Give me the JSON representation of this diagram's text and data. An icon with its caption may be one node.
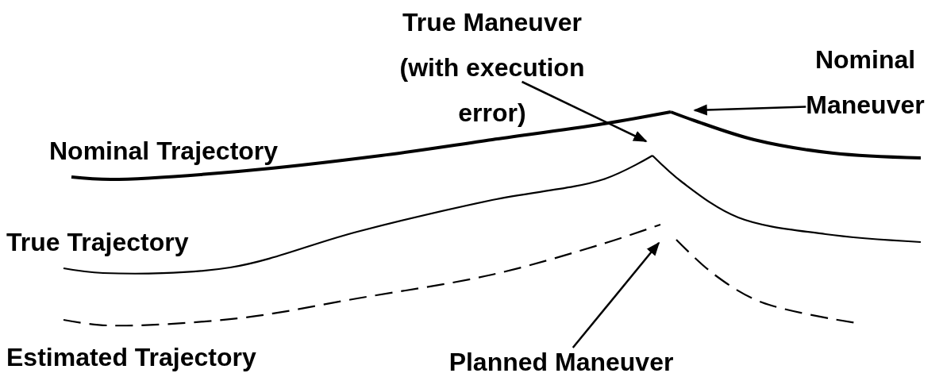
{
  "diagram": {
    "nodes": [
      {
        "text": [
          "True Maneuver (with execution error)"
        ]
      },
      {
        "text": [
          "Nominal Maneuver"
        ]
      },
      {
        "text": [
          "Planned Maneuver"
        ]
      }
    ],
    "edges": [
      {
        "from": 0,
        "to": null,
        "arrow": "to"
      },
      {
        "from": 1,
        "to": null,
        "arrow": "to"
      },
      {
        "from": 2,
        "to": null,
        "arrow": "to"
      }
    ],
    "labels": [
      "Nominal Trajectory",
      "True Trajectory",
      "Estimated Trajectory"
    ]
  }
}
